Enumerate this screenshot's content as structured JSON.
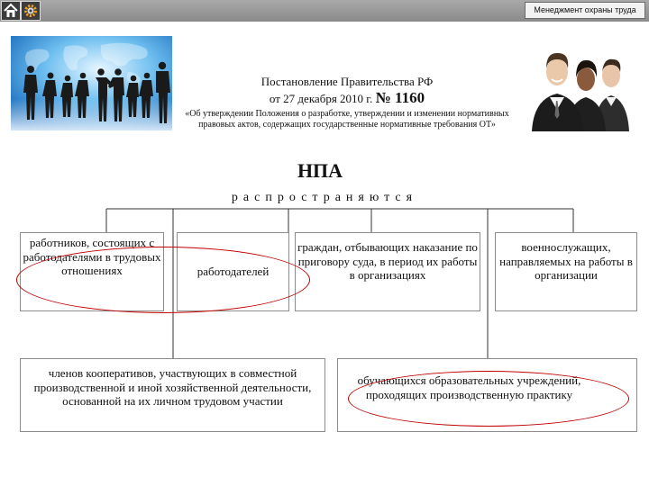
{
  "header": {
    "tab_label": "Менеджмент охраны труда",
    "icons": [
      "home-icon",
      "gear-icon"
    ]
  },
  "title": {
    "line1": "Постановление Правительства РФ",
    "line2_prefix": "от 27 декабря 2010 г.",
    "number": "№ 1160",
    "description": "«Об утверждении Положения о разработке, утверждении и изменении нормативных правовых актов, содержащих государственные нормативные требования ОТ»"
  },
  "diagram": {
    "root": "НПА",
    "relation": "распространяются",
    "nodes": [
      {
        "id": "employees",
        "text": "работников, состоящих с работодателями в трудовых отношениях",
        "highlighted": true
      },
      {
        "id": "employers",
        "text": "работодателей",
        "highlighted": true
      },
      {
        "id": "convicts",
        "text": "граждан, отбывающих наказание по приговору суда, в период их работы в организациях",
        "highlighted": false
      },
      {
        "id": "military",
        "text": "военнослужащих, направляемых на работы в организации",
        "highlighted": false
      },
      {
        "id": "cooperatives",
        "text": "членов кооперативов, участвующих в совместной производственной и иной хозяйственной деятельности, основанной на их личном трудовом участии",
        "highlighted": false
      },
      {
        "id": "students",
        "text": "обучающихся образовательных учреждений, проходящих производственную практику",
        "highlighted": true
      }
    ],
    "highlight_color": "#c00000"
  }
}
